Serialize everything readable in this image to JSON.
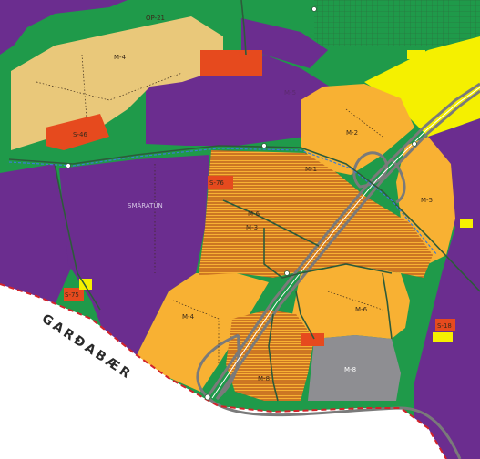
{
  "colors": {
    "green": "#1f9a4a",
    "purple": "#6b2d8f",
    "orange": "#f8b133",
    "hatch": "#c8691c",
    "yellow": "#f5f000",
    "tan": "#e9c87a",
    "red": "#e64a1e",
    "grey": "#8e8e92",
    "road": "#7a7a7a",
    "boundary": "#d2232a",
    "path": "#3c7bd4"
  },
  "map": {
    "municipality_label": "GARÐABÆR",
    "zones": [
      {
        "name": "zone-label-m4-top",
        "code": "M-4"
      },
      {
        "name": "zone-label-m5",
        "code": "M-5"
      },
      {
        "name": "zone-label-s46",
        "code": "S-46"
      },
      {
        "name": "zone-label-m2",
        "code": "M-2"
      },
      {
        "name": "zone-label-smaratun",
        "code": "SMÁRATÚN"
      },
      {
        "name": "zone-label-m3",
        "code": "M-3"
      },
      {
        "name": "zone-label-m4-west",
        "code": "M-4"
      },
      {
        "name": "zone-label-m6",
        "code": "M-6"
      },
      {
        "name": "zone-label-m6-east",
        "code": "M-6"
      },
      {
        "name": "zone-label-m8",
        "code": "M-8"
      },
      {
        "name": "zone-label-m8-hatch",
        "code": "M-8"
      },
      {
        "name": "zone-label-m5-east",
        "code": "M-5"
      },
      {
        "name": "zone-label-or21",
        "code": "OP-21"
      },
      {
        "name": "zone-label-m1",
        "code": "M-1"
      },
      {
        "name": "zone-label-s76",
        "code": "S-76"
      },
      {
        "name": "zone-label-s75",
        "code": "S-75"
      },
      {
        "name": "zone-label-s18",
        "code": "S-18"
      }
    ]
  }
}
